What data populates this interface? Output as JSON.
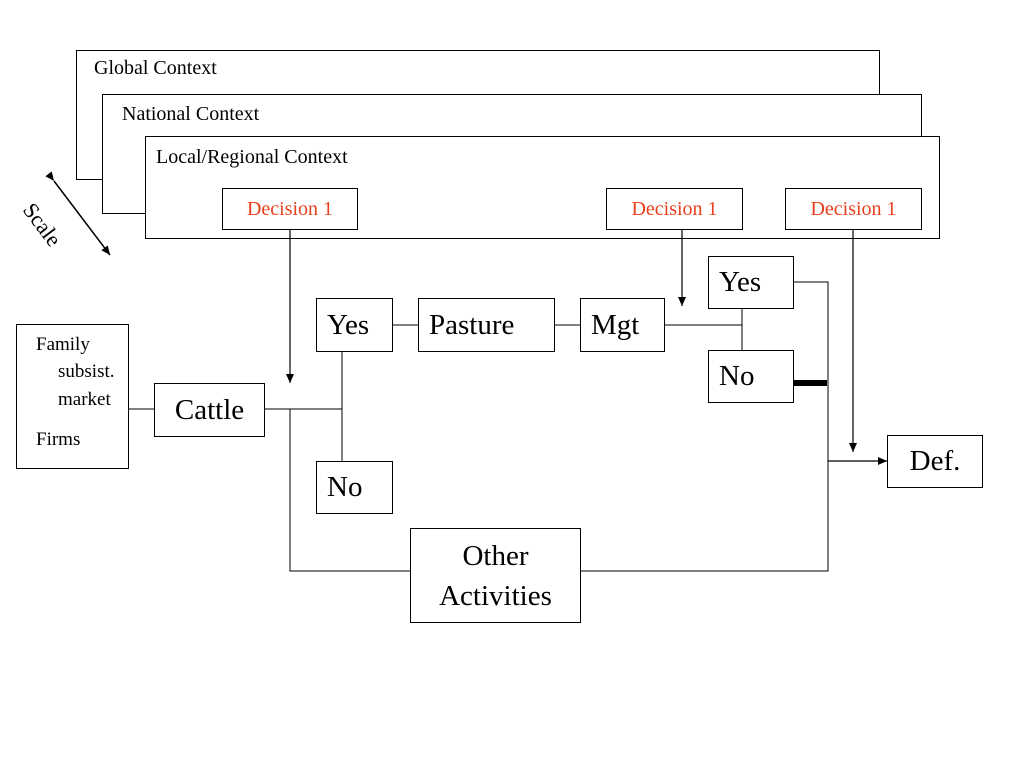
{
  "contexts": {
    "global": "Global Context",
    "national": "National Context",
    "local": "Local/Regional Context"
  },
  "scale_label": "Scale",
  "decisions": [
    "Decision 1",
    "Decision 1",
    "Decision 1"
  ],
  "actors": {
    "family": "Family",
    "subsist": "subsist.",
    "market": "market",
    "firms": "Firms"
  },
  "nodes": {
    "cattle": "Cattle",
    "yes_1": "Yes",
    "pasture": "Pasture",
    "mgt": "Mgt",
    "yes_2": "Yes",
    "no_2": "No",
    "no_1": "No",
    "other_line1": "Other",
    "other_line2": "Activities",
    "def": "Def."
  },
  "colors": {
    "decision_text": "#e8401c",
    "line": "#000000"
  }
}
